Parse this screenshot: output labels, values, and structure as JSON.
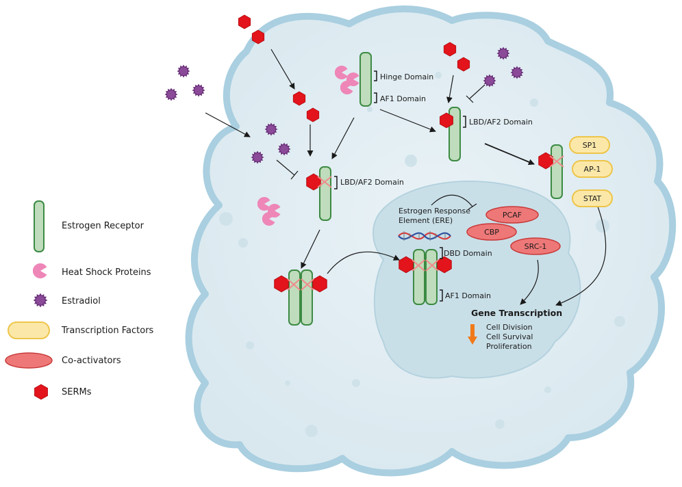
{
  "legend": {
    "estrogen_receptor": "Estrogen Receptor",
    "heat_shock_proteins": "Heat Shock Proteins",
    "estradiol": "Estradiol",
    "transcription_factors": "Transcription Factors",
    "coactivators": "Co-activators",
    "serms": "SERMs"
  },
  "domains": {
    "hinge": "Hinge Domain",
    "af1_top": "AF1 Domain",
    "lbd_right": "LBD/AF2 Domain",
    "lbd_center": "LBD/AF2 Domain",
    "dbd": "DBD Domain",
    "af1_nucleus": "AF1 Domain"
  },
  "nucleus": {
    "ere_line1": "Estrogen Response",
    "ere_line2": "Element (ERE)",
    "gene_transcription": "Gene Transcription",
    "outcomes": [
      "Cell Division",
      "Cell Survival",
      "Proliferation"
    ]
  },
  "transcription_factors": [
    "SP1",
    "AP-1",
    "STAT"
  ],
  "coactivators": [
    "PCAF",
    "CBP",
    "SRC-1"
  ],
  "colors": {
    "cell_fill": "#ddeaf1",
    "cell_border": "#a9cfe0",
    "nucleus_fill": "#c9dfe8",
    "receptor_fill": "#bfdcbc",
    "receptor_stroke": "#3c8a43",
    "serm": "#e3141b",
    "estradiol": "#7c3c8a",
    "hsp": "#ee86b8",
    "tf_fill": "#fbe8a9",
    "tf_stroke": "#eec54a",
    "coact_fill": "#ee7878",
    "coact_stroke": "#c83a3a",
    "arrow_down": "#f07a1a"
  }
}
